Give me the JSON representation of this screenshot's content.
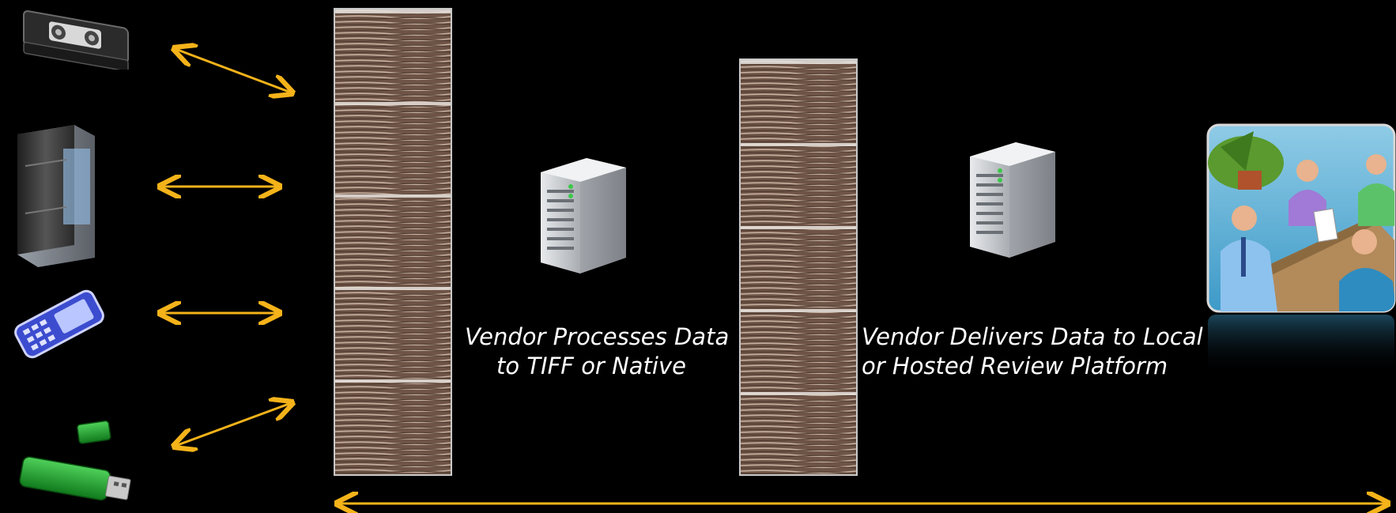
{
  "captions": {
    "process": [
      "Vendor Processes Data",
      "to TIFF or Native"
    ],
    "deliver": [
      "Vendor Delivers Data to Local",
      "or Hosted Review Platform"
    ]
  },
  "icons": {
    "sources": [
      "videotape-icon",
      "server-tower-icon",
      "mobile-phone-icon",
      "usb-drive-icon"
    ],
    "process_server": "server-icon",
    "review_meeting": "meeting-illustration-icon",
    "document_stacks": [
      "paper-stack-icon",
      "paper-stack-icon"
    ]
  },
  "colors": {
    "background": "#000000",
    "arrow": "#f5b31a",
    "text": "#ffffff"
  }
}
